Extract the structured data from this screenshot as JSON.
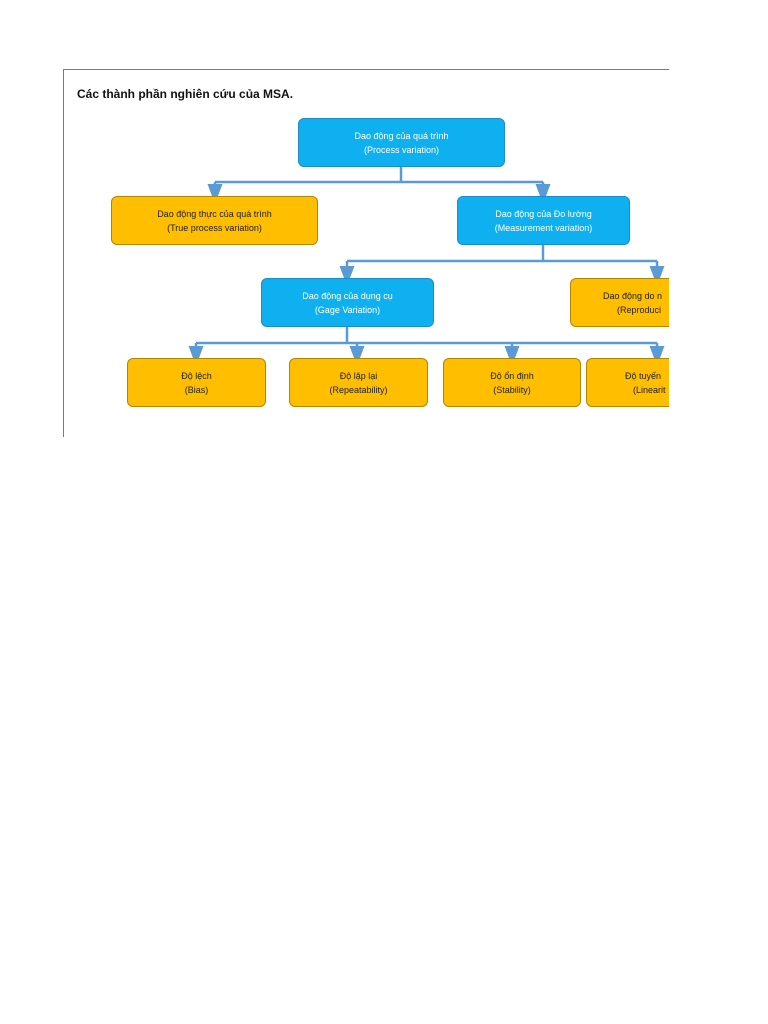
{
  "title": "Các thành phần nghiên cứu của MSA.",
  "colors": {
    "blue": "#0fb0f0",
    "orange": "#ffbf00",
    "connector": "#5b9bd5",
    "frame_border": "#d9534f"
  },
  "nodes": {
    "process": {
      "line1": "Dao động của quá trình",
      "line2": "(Process variation)"
    },
    "true_process": {
      "line1": "Dao động thực của quá trình",
      "line2": "(True process variation)"
    },
    "measurement": {
      "line1": "Dao động của Đo lường",
      "line2": "(Measurement variation)"
    },
    "gage": {
      "line1": "Dao động của dụng cụ",
      "line2": "(Gage Variation)"
    },
    "reproducibility": {
      "line1": "Dao động do n",
      "line2": "(Reproduci"
    },
    "bias": {
      "line1": "Độ lệch",
      "line2": "(Bias)"
    },
    "repeatability": {
      "line1": "Độ lặp lại",
      "line2": "(Repeatability)"
    },
    "stability": {
      "line1": "Độ ổn định",
      "line2": "(Stability)"
    },
    "linearity": {
      "line1": "Độ tuyến",
      "line2": "(Linearit"
    }
  }
}
